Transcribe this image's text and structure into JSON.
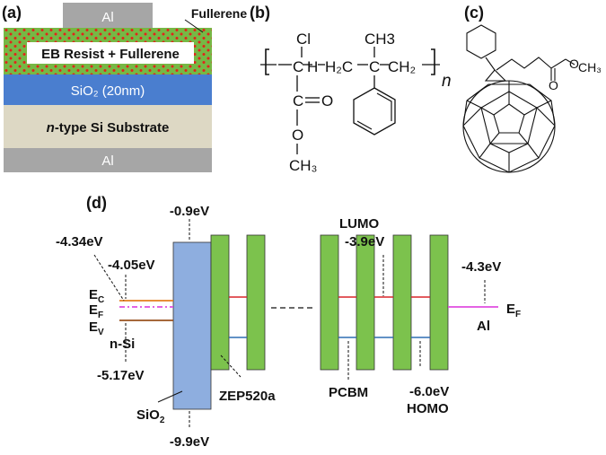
{
  "panel_labels": {
    "a": "(a)",
    "b": "(b)",
    "c": "(c)",
    "d": "(d)"
  },
  "panel_a": {
    "top_electrode": "Al",
    "fullerene_callout": "Fullerene",
    "resist_layer": "EB Resist + Fullerene",
    "oxide_layer": "SiO₂ (20nm)",
    "substrate_italic": "n",
    "substrate_rest": "-type Si Substrate",
    "bottom_electrode": "Al",
    "colors": {
      "al": "#a6a6a6",
      "resist": "#76b845",
      "dots": "#e2231a",
      "oxide": "#4a7ecf",
      "substrate": "#ddd8c4"
    }
  },
  "panel_b": {
    "cl": "Cl",
    "ch3_top": "CH3",
    "c_left": "C",
    "chain": "H₂C",
    "c_right": "C",
    "ch2": "CH₂",
    "n": "n",
    "carbonyl_c": "C",
    "eq_o": "O",
    "ester_o": "O",
    "ch3_bottom": "CH₃",
    "hydrogen": "H"
  },
  "panel_c": {
    "methyl": "CH₃",
    "ester_o": "O"
  },
  "panel_d": {
    "si_labels": {
      "ec_sub": "C",
      "ef_sub": "F",
      "ev_sub": "V",
      "e_letter": "E",
      "e434": "-4.34eV",
      "e405": "-4.05eV",
      "e517": "-5.17eV",
      "nsi": "n-Si"
    },
    "sio2_labels": {
      "top": "-0.9eV",
      "bottom": "-9.9eV",
      "name_base": "SiO",
      "name_sub": "2"
    },
    "zep_label": "ZEP520a",
    "pcbm_labels": {
      "lumo": "LUMO",
      "lumo_val": "-3.9eV",
      "pcbm": "PCBM",
      "homo_val": "-6.0eV",
      "homo": "HOMO"
    },
    "al_labels": {
      "val": "-4.3eV",
      "name": "Al",
      "ef_letter": "E",
      "ef_sub": "F"
    },
    "colors": {
      "sio2_fill": "#8eaedf",
      "bar_fill": "#7cc24d",
      "lumo": "#d9262a",
      "homo": "#2f6fb3",
      "conduction": "#e47f1e",
      "valence": "#9a5321",
      "fermi_si": "#e04de0",
      "fermi_al": "#e04de0"
    }
  }
}
